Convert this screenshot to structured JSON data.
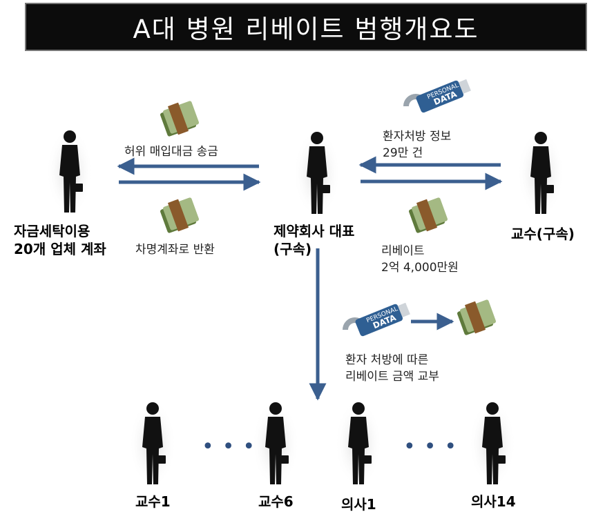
{
  "title": "A대 병원 리베이트 범행개요도",
  "nodes": {
    "left": [
      "자금세탁이용",
      "20개 업체 계좌"
    ],
    "center": [
      "제약회사 대표",
      "(구속)"
    ],
    "right": "교수(구속)",
    "bottom": [
      "교수1",
      "교수6",
      "의사1",
      "의사14"
    ]
  },
  "edges": {
    "fake_payment": "허위 매입대금 송금",
    "return_borrowed": "차명계좌로 반환",
    "patient_info": [
      "환자처방 정보",
      "29만 건"
    ],
    "rebate": [
      "리베이트",
      "2억 4,000만원"
    ],
    "rebate_by_prescription": [
      "환자 처방에 따른",
      "리베이트 금액 교부"
    ]
  },
  "icons": {
    "usb": "PERSONAL DATA",
    "usb_top": "PERSONAL",
    "usb_bottom": "DATA"
  },
  "dots": "•••",
  "colors": {
    "arrow": "#3b5f8f",
    "title_bg": "#0c0c0c"
  }
}
